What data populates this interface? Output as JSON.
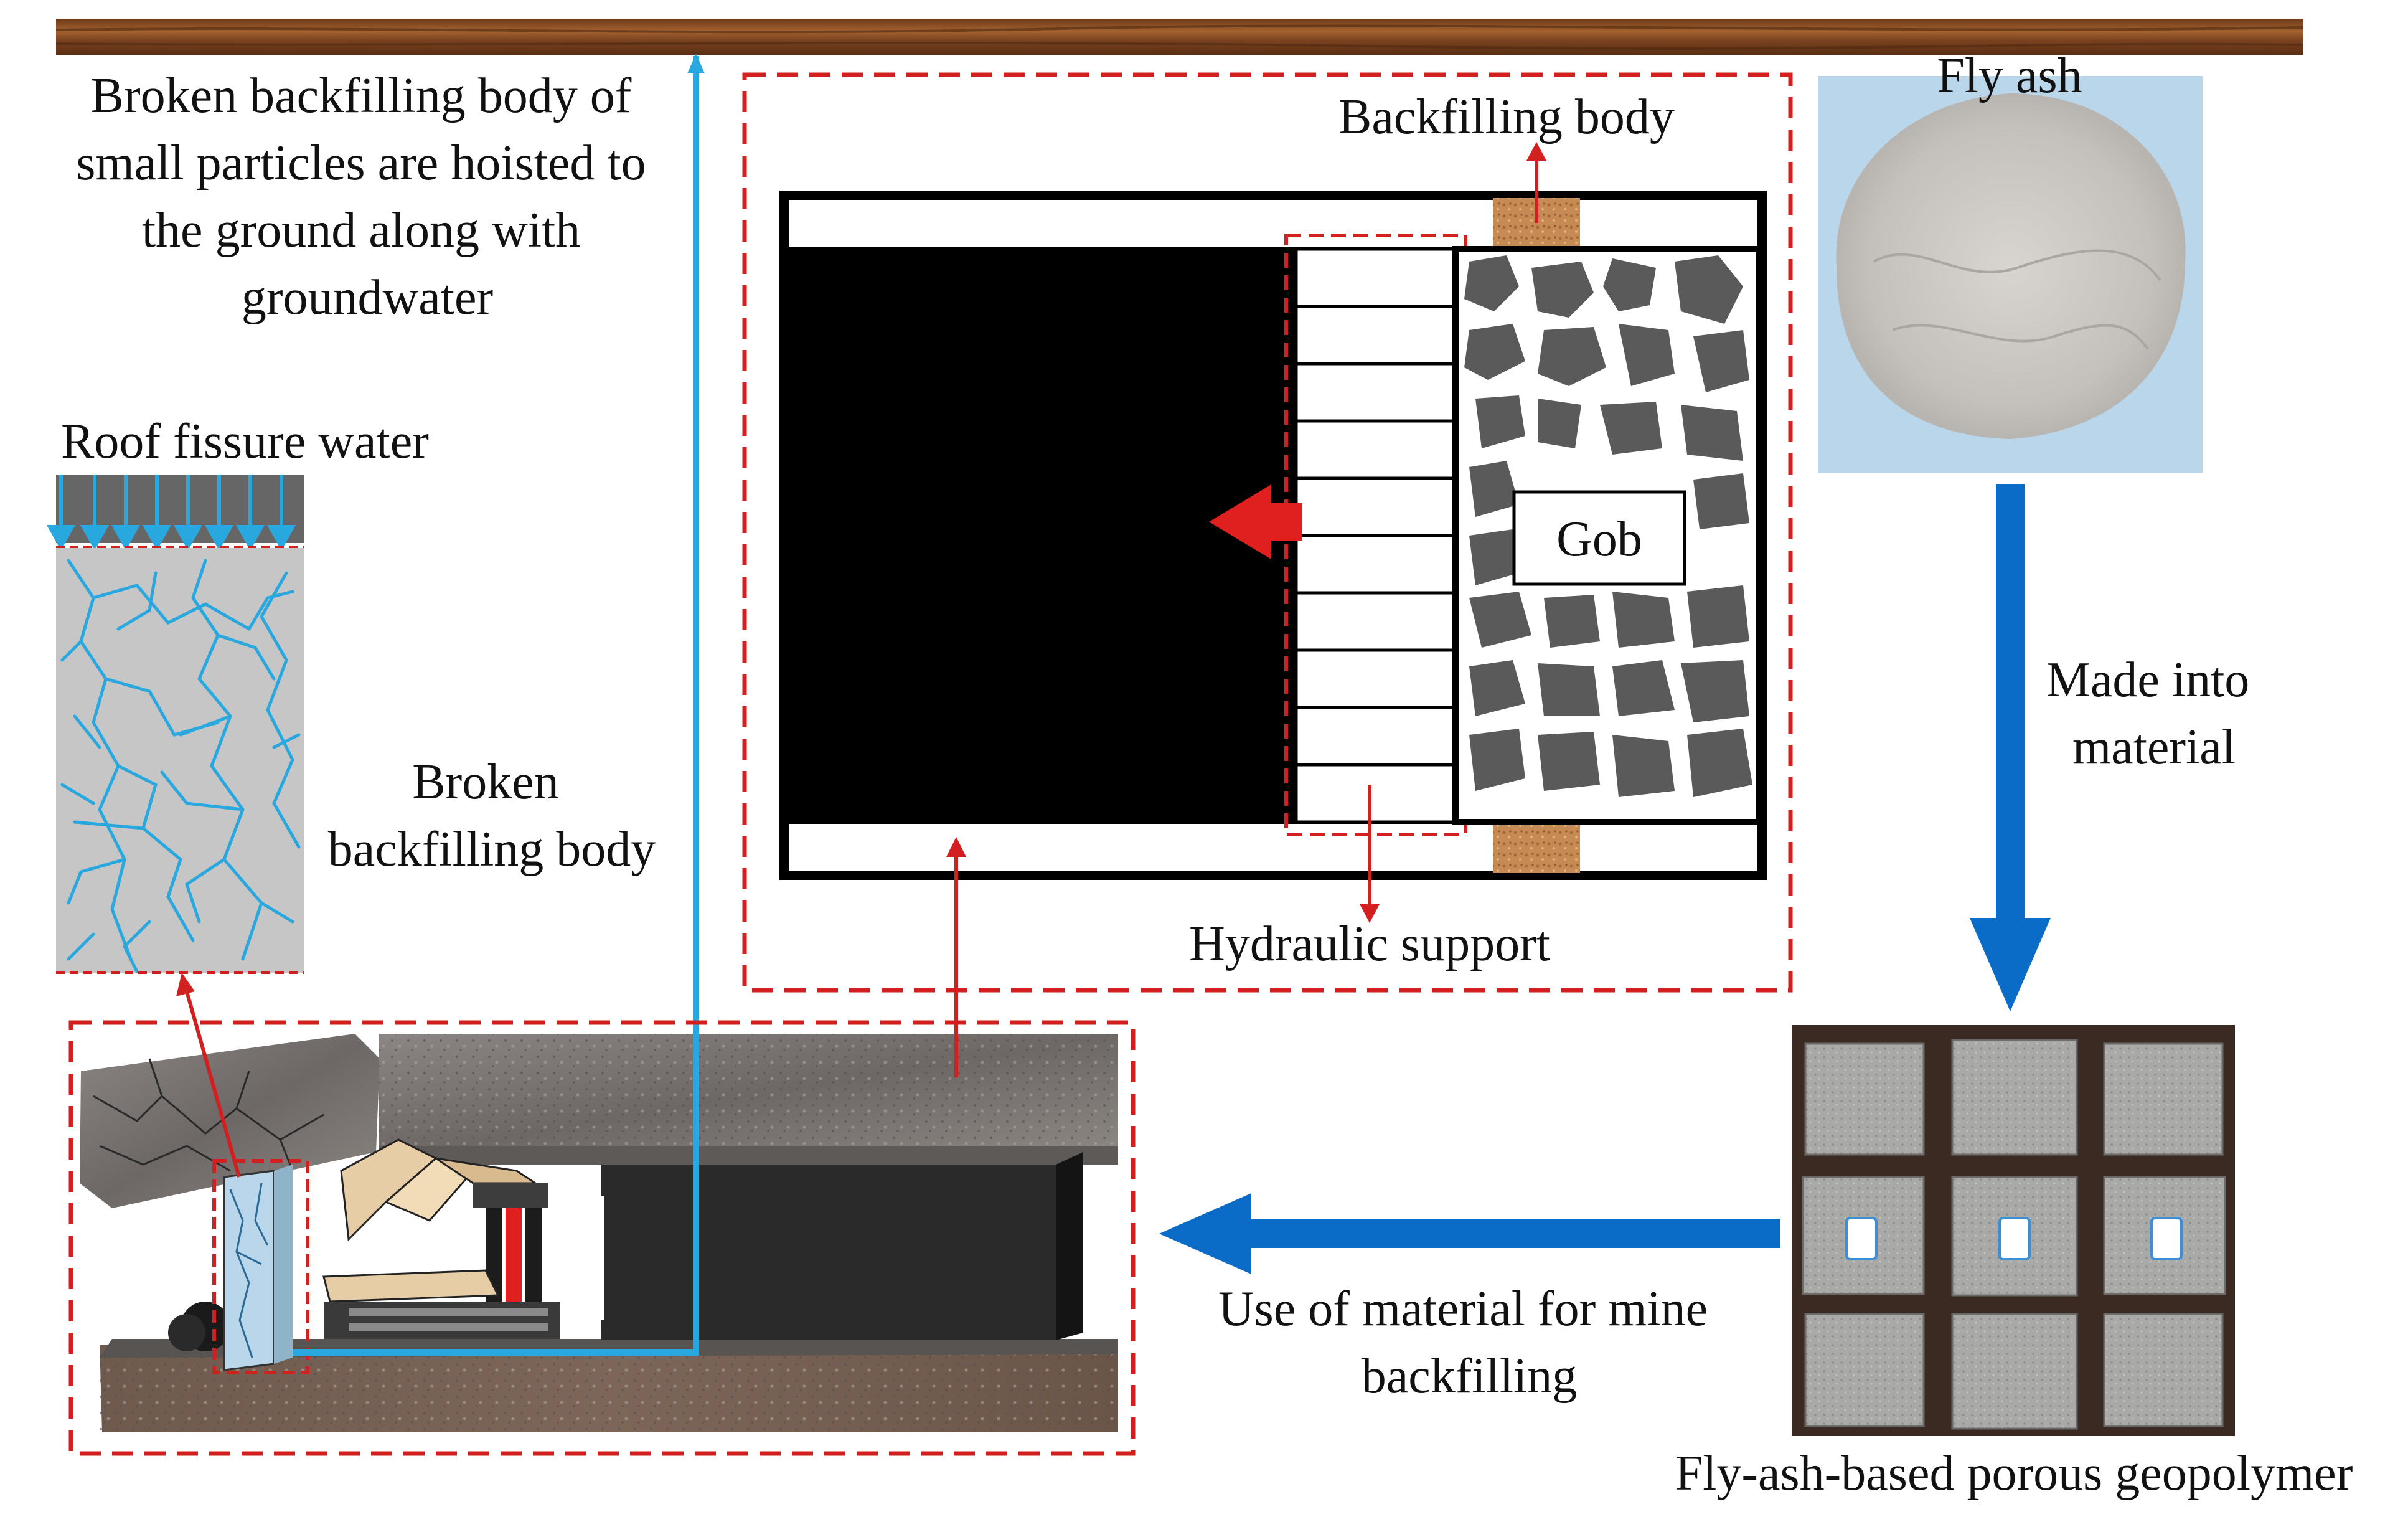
{
  "labels": {
    "broken_small": [
      "Broken backfilling body of",
      "small particles are hoisted to",
      "the ground along with",
      "groundwater"
    ],
    "roof_fissure_water": "Roof fissure water",
    "broken_backfill": [
      "Broken",
      "backfilling body"
    ],
    "backfilling_body": "Backfilling body",
    "gob": "Gob",
    "hydraulic_support": "Hydraulic support",
    "fly_ash": "Fly ash",
    "made_into": [
      "Made into",
      "material"
    ],
    "use_of_material": [
      "Use of material for mine",
      "backfilling"
    ],
    "geopolymer": "Fly-ash-based porous geopolymer"
  },
  "colors": {
    "water_blue": "#29a8e0",
    "flow_arrow_blue": "#0a6cc6",
    "callout_red": "#d21f1f",
    "surface_brown": "#8b4a22",
    "goaf_black": "#000000",
    "gob_rock": "#555555",
    "rock_grey": "#7a7674",
    "fly_ash_grey": "#cfcbc6",
    "specimen_grey": "#a8a8a6"
  },
  "icons": [
    "water-drip-arrow-icon",
    "advance-direction-arrow-icon",
    "flow-arrow-icon"
  ]
}
